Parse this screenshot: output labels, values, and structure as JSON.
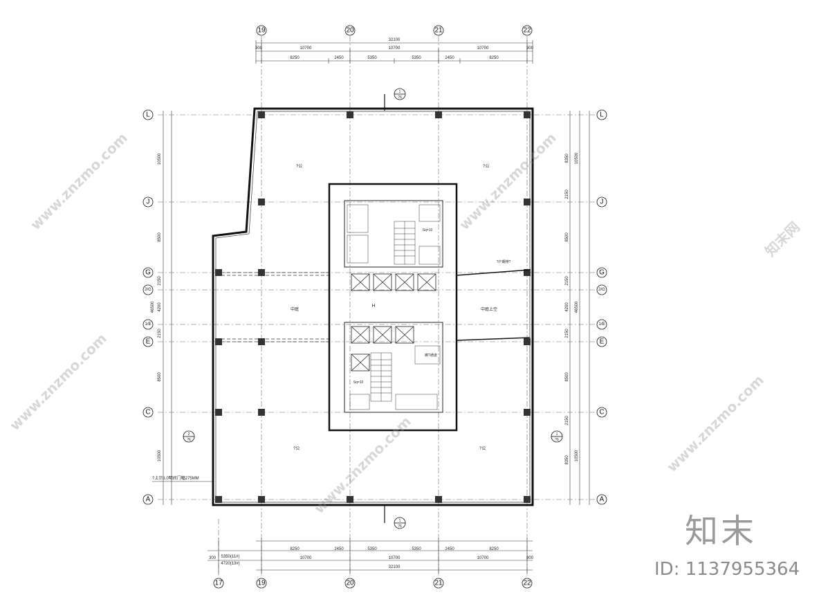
{
  "grid": {
    "cols": [
      "19",
      "20",
      "21",
      "22"
    ],
    "col17": "17",
    "rows": [
      "L",
      "J",
      "G",
      "2/G",
      "1/E",
      "E",
      "C",
      "A"
    ]
  },
  "dims": {
    "total": "32100",
    "bays": [
      "10700",
      "10700",
      "10700"
    ],
    "edge": "300",
    "subs": [
      "8250",
      "2450",
      "5350",
      "5350",
      "2450",
      "8250"
    ],
    "bottom_left1": "5350(11#)",
    "bottom_left2": "4720(13#)",
    "left_rows": [
      "10500",
      "8500",
      "2150",
      "4200",
      "2150",
      "8500",
      "10500"
    ],
    "left_total": "46500",
    "right_rows": [
      "8350",
      "2150",
      "8500",
      "2150",
      "4200",
      "2150",
      "8500",
      "2150",
      "8350"
    ],
    "right_bays": [
      "10500",
      "10500"
    ]
  },
  "labels": {
    "room": "?公",
    "center": "中庭",
    "center_r": "中庭上空",
    "core_h": "H",
    "sq1": "Sq=10",
    "sq2": "Sq=10",
    "note": "?上贝1.0明间门幅275MM",
    "section_top": "1",
    "section_sub": "?6",
    "section_left": "2",
    "section_right": "1",
    "tag_top": "?户期排?",
    "corr": "廊?通道"
  },
  "watermark": {
    "logo": "知末",
    "id": "ID: 1137955364",
    "site": "www.znzmo.com",
    "brand": "知末网"
  },
  "colors": {
    "line": "#111111",
    "grid": "#555555",
    "wm": "#9a9a9a"
  }
}
